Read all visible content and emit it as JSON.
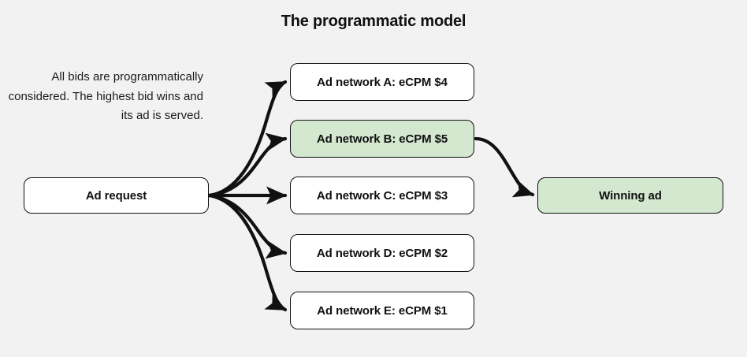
{
  "diagram": {
    "title": "The programmatic model",
    "description": "All bids are programmatically considered. The highest bid wins and its ad is served.",
    "background_color": "#f2f2f2",
    "highlight_color": "#d4e8d0",
    "stroke_color": "#111111",
    "node_fill_color": "#ffffff",
    "source": {
      "id": "ad-request",
      "label": "Ad request",
      "fill": "#ffffff"
    },
    "networks": [
      {
        "id": "ad-network-a",
        "label": "Ad network A: eCPM $4",
        "network": "A",
        "ecpm": 4,
        "fill": "#ffffff",
        "winner": false
      },
      {
        "id": "ad-network-b",
        "label": "Ad network B: eCPM $5",
        "network": "B",
        "ecpm": 5,
        "fill": "#d4e8d0",
        "winner": true
      },
      {
        "id": "ad-network-c",
        "label": "Ad network C: eCPM $3",
        "network": "C",
        "ecpm": 3,
        "fill": "#ffffff",
        "winner": false
      },
      {
        "id": "ad-network-d",
        "label": "Ad network D: eCPM $2",
        "network": "D",
        "ecpm": 2,
        "fill": "#ffffff",
        "winner": false
      },
      {
        "id": "ad-network-e",
        "label": "Ad network E: eCPM $1",
        "network": "E",
        "ecpm": 1,
        "fill": "#ffffff",
        "winner": false
      }
    ],
    "result": {
      "id": "winning-ad",
      "label": "Winning ad",
      "fill": "#d4e8d0"
    },
    "edges": [
      {
        "from": "ad-request",
        "to": "ad-network-a"
      },
      {
        "from": "ad-request",
        "to": "ad-network-b"
      },
      {
        "from": "ad-request",
        "to": "ad-network-c"
      },
      {
        "from": "ad-request",
        "to": "ad-network-d"
      },
      {
        "from": "ad-request",
        "to": "ad-network-e"
      },
      {
        "from": "ad-network-b",
        "to": "winning-ad"
      }
    ]
  }
}
